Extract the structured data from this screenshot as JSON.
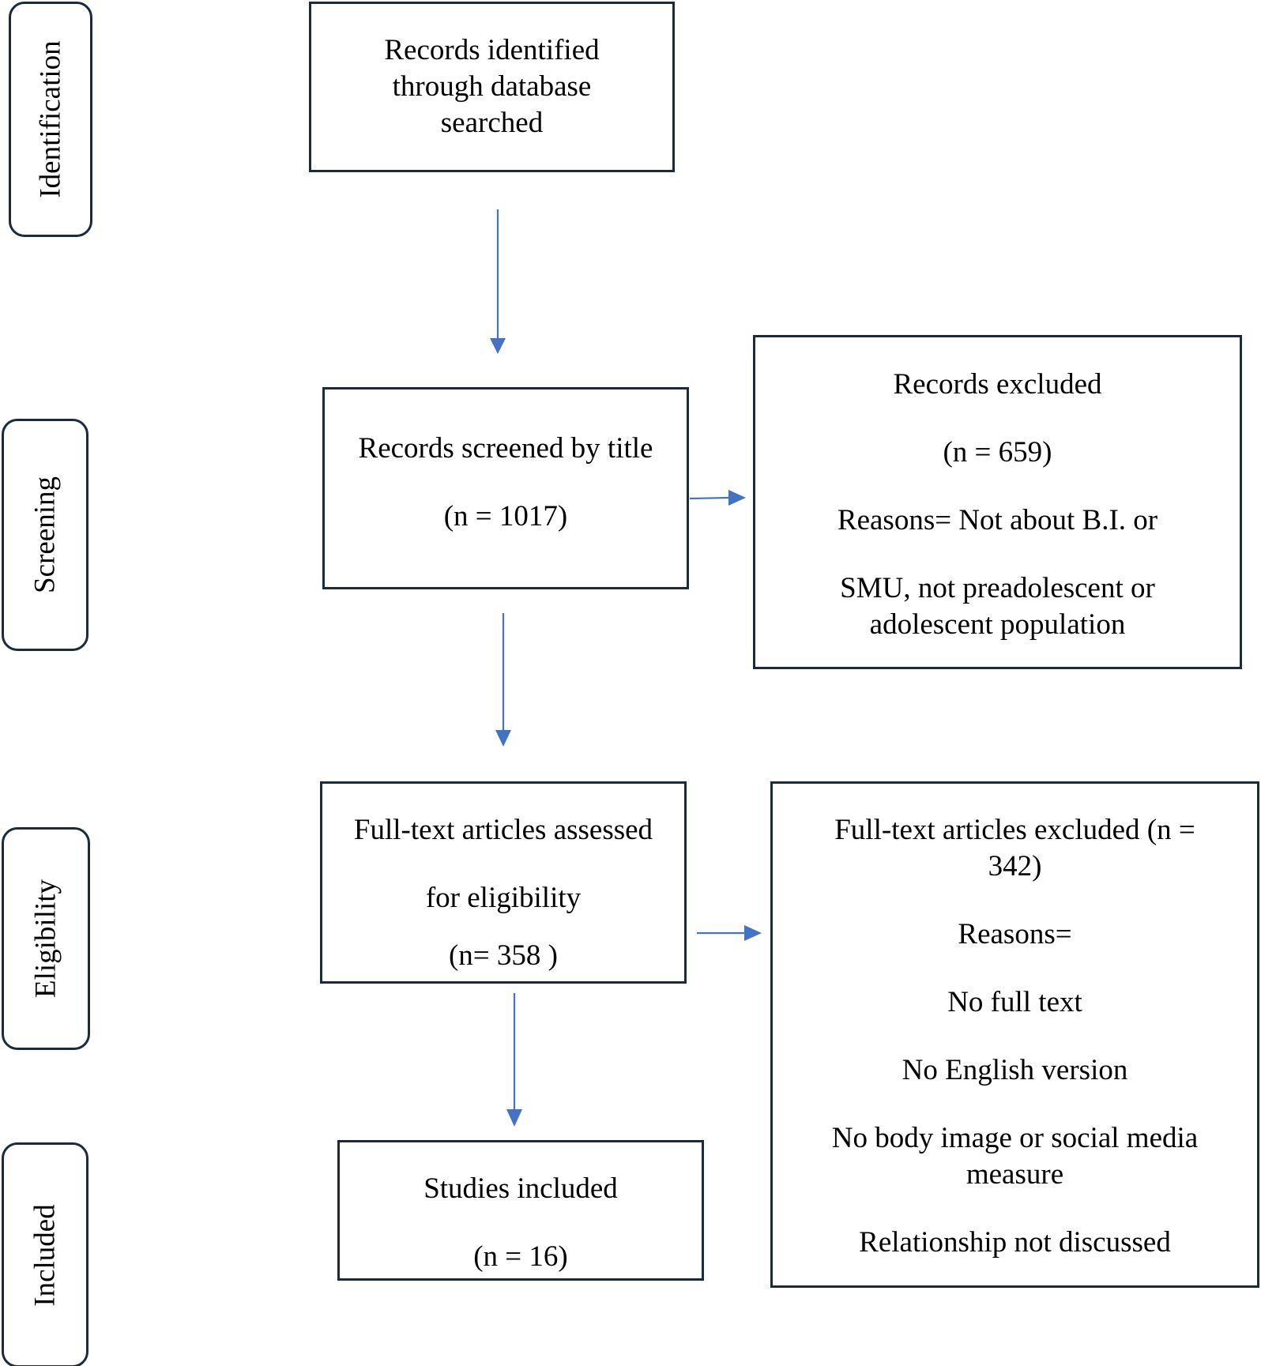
{
  "stages": {
    "identification": "Identification",
    "screening": "Screening",
    "eligibility": "Eligibility",
    "included": "Included"
  },
  "identified": {
    "lines": [
      "Records identified",
      "through database",
      "searched"
    ]
  },
  "screened": {
    "lines": [
      "Records screened by title",
      "(n =  1017)"
    ]
  },
  "excluded": {
    "lines": [
      "Records excluded",
      "(n = 659)",
      "Reasons= Not about B.I. or",
      "SMU, not preadolescent or",
      "adolescent population"
    ]
  },
  "assessed": {
    "lines": [
      "Full-text articles assessed",
      "for eligibility",
      "(n= 358 )"
    ]
  },
  "fulltext_excluded": {
    "lines": [
      "Full-text articles excluded (n =",
      "342)",
      "Reasons=",
      "No full text",
      "No English version",
      "No body image or social media",
      "measure",
      "Relationship not discussed"
    ]
  },
  "included_studies": {
    "lines": [
      "Studies included",
      "(n = 16)"
    ]
  },
  "colors": {
    "arrow": "#4472c4",
    "border": "#1a2a3f"
  }
}
